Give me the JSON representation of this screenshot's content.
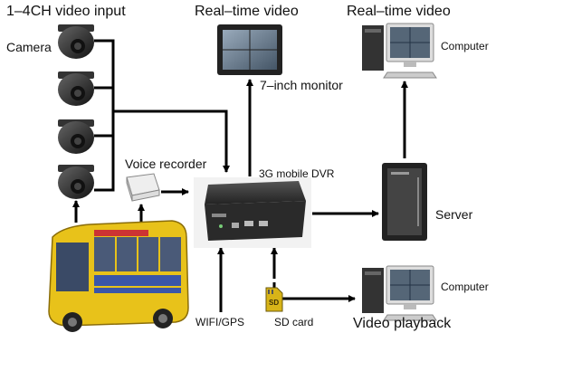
{
  "labels": {
    "video_input": "1–4CH video input",
    "camera": "Camera",
    "realtime_video_left": "Real–time video",
    "realtime_video_right": "Real–time video",
    "monitor": "7–inch monitor",
    "computer_top": "Computer",
    "voice_recorder": "Voice recorder",
    "dvr": "3G mobile DVR",
    "server": "Server",
    "computer_bottom": "Computer",
    "wifi_gps": "WIFI/GPS",
    "sd_card": "SD card",
    "video_playback": "Video playback",
    "sd_card_logo": "SD"
  },
  "colors": {
    "line": "#000000",
    "dvr_body": "#2a2a2a",
    "bus_yellow": "#e8c21a",
    "bus_blue": "#3a56a8",
    "sd_card": "#d8b418"
  }
}
